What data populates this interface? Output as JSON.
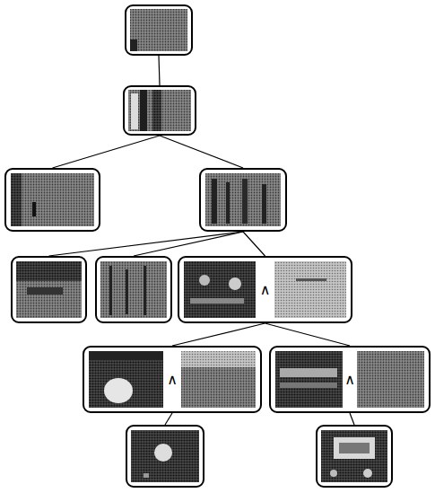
{
  "diagram": {
    "nodes": [
      {
        "text": []
      },
      {
        "text": []
      },
      {
        "text": []
      },
      {
        "text": []
      },
      {
        "text": []
      },
      {
        "text": []
      },
      {
        "text": [
          "∧"
        ]
      },
      {
        "text": [
          "∧"
        ]
      },
      {
        "text": [
          "∧"
        ]
      },
      {
        "text": []
      },
      {
        "text": []
      }
    ],
    "edges": [
      {
        "from": 0,
        "to": 1,
        "arrow": "none"
      },
      {
        "from": 1,
        "to": 2,
        "arrow": "none"
      },
      {
        "from": 1,
        "to": 3,
        "arrow": "none"
      },
      {
        "from": 3,
        "to": 4,
        "arrow": "none"
      },
      {
        "from": 3,
        "to": 5,
        "arrow": "none"
      },
      {
        "from": 3,
        "to": 6,
        "arrow": "none"
      },
      {
        "from": 6,
        "to": 7,
        "arrow": "none"
      },
      {
        "from": 6,
        "to": 8,
        "arrow": "none"
      },
      {
        "from": 7,
        "to": 9,
        "arrow": "none"
      },
      {
        "from": 8,
        "to": 10,
        "arrow": "none"
      }
    ]
  }
}
